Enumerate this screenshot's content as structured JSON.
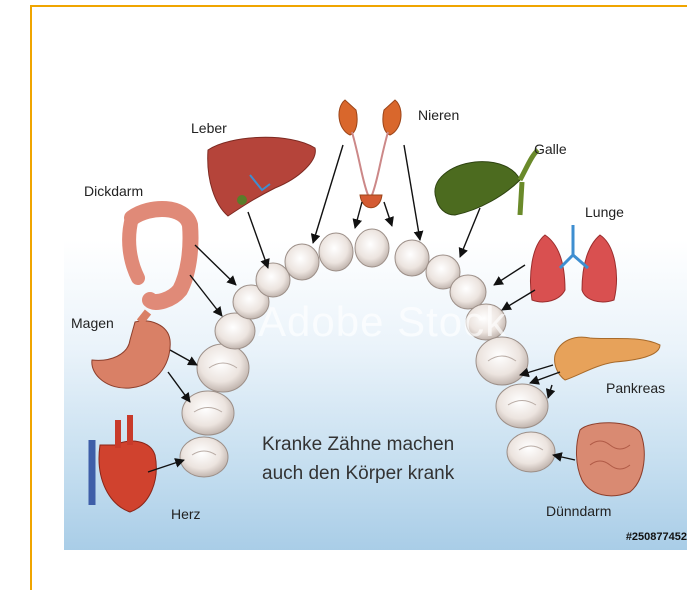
{
  "labels": {
    "leber": "Leber",
    "nieren": "Nieren",
    "galle": "Galle",
    "dickdarm": "Dickdarm",
    "lunge": "Lunge",
    "magen": "Magen",
    "pankreas": "Pankreas",
    "herz": "Herz",
    "duenndarm": "Dünndarm"
  },
  "caption": {
    "line1": "Kranke Zähne machen",
    "line2": "auch den Körper krank"
  },
  "watermark": "Adobe Stock",
  "stock_id": "#250877452",
  "colors": {
    "frame": "#f0a500",
    "organ_red": "#c0392b",
    "liver": "#b5443a",
    "gall": "#4c6b1f"
  }
}
